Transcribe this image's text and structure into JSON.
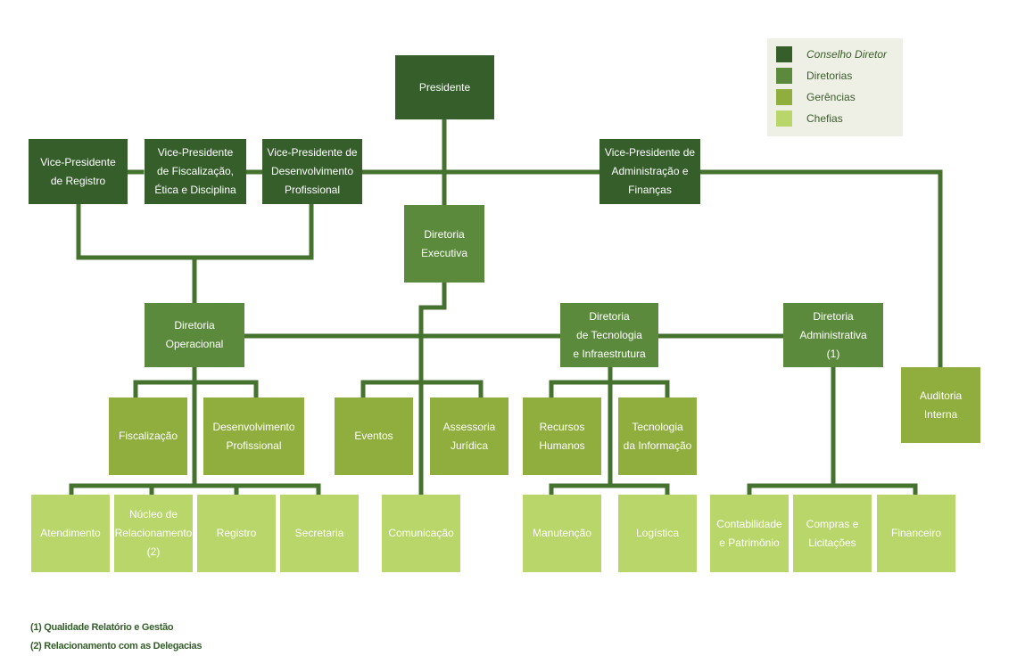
{
  "legend": {
    "conselho": "Conselho Diretor",
    "diretorias": "Diretorias",
    "gerencias": "Gerências",
    "chefias": "Chefias"
  },
  "colors": {
    "conselho": "#355e2b",
    "diretoria": "#5c8a3c",
    "gerencia": "#8fae3e",
    "chefia": "#b9d66a",
    "line": "#46722f"
  },
  "boxes": {
    "presidente": "Presidente",
    "vp_registro": "Vice-Presidente\nde Registro",
    "vp_fiscalizacao": "Vice-Presidente\nde Fiscalização,\nÉtica e Disciplina",
    "vp_desenvolvimento": "Vice-Presidente de\nDesenvolvimento\nProfissional",
    "vp_administracao": "Vice-Presidente de\nAdministração e\nFinanças",
    "diretoria_executiva": "Diretoria\nExecutiva",
    "diretoria_operacional": "Diretoria\nOperacional",
    "diretoria_tecnologia": "Diretoria\nde Tecnologia\ne Infraestrutura",
    "diretoria_administrativa": "Diretoria\nAdministrativa\n(1)",
    "auditoria_interna": "Auditoria\nInterna",
    "fiscalizacao": "Fiscalização",
    "desenvolvimento_profissional": "Desenvolvimento\nProfissional",
    "eventos": "Eventos",
    "assessoria_juridica": "Assessoria\nJurídica",
    "recursos_humanos": "Recursos\nHumanos",
    "tecnologia_informacao": "Tecnologia\nda Informação",
    "atendimento": "Atendimento",
    "nucleo_relacionamento": "Núcleo de\nRelacionamento\n(2)",
    "registro": "Registro",
    "secretaria": "Secretaria",
    "comunicacao": "Comunicação",
    "manutencao": "Manutenção",
    "logistica": "Logística",
    "contabilidade": "Contabilidade\ne Patrimônio",
    "compras": "Compras e\nLicitações",
    "financeiro": "Financeiro"
  },
  "notes": {
    "note1": "(1) Qualidade Relatório e Gestão",
    "note2": "(2) Relacionamento com as Delegacias"
  }
}
